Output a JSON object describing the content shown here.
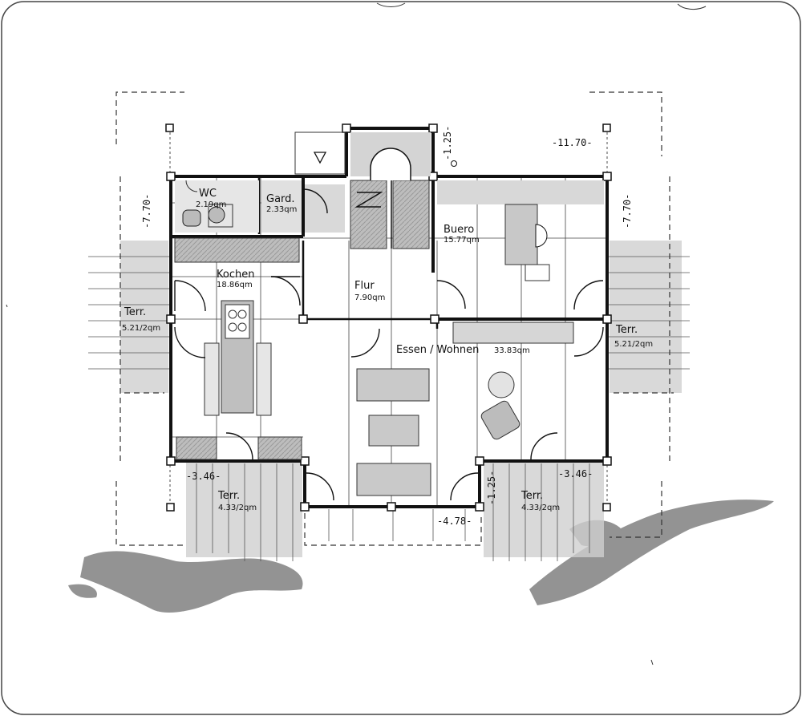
{
  "rooms": {
    "wc": {
      "name": "WC",
      "area": "2.19qm"
    },
    "gard": {
      "name": "Gard.",
      "area": "2.33qm"
    },
    "kochen": {
      "name": "Kochen",
      "area": "18.86qm"
    },
    "flur": {
      "name": "Flur",
      "area": "7.90qm"
    },
    "buero": {
      "name": "Buero",
      "area": "15.77qm"
    },
    "essen": {
      "name": "Essen / Wohnen",
      "area": "33.83qm"
    },
    "terr_west": {
      "name": "Terr.",
      "area": "5.21/2qm"
    },
    "terr_east": {
      "name": "Terr.",
      "area": "5.21/2qm"
    },
    "terr_sw": {
      "name": "Terr.",
      "area": "4.33/2qm"
    },
    "terr_se": {
      "name": "Terr.",
      "area": "4.33/2qm"
    }
  },
  "dimensions": {
    "total_width": "-11.70-",
    "left_depth": "-7.70-",
    "right_depth": "-7.70-",
    "terr_sw_width": "-3.46-",
    "terr_se_width": "-3.46-",
    "south_mid_width": "-4.78-",
    "south_depth": "-1.25-",
    "entry_depth": "-1.25-"
  }
}
